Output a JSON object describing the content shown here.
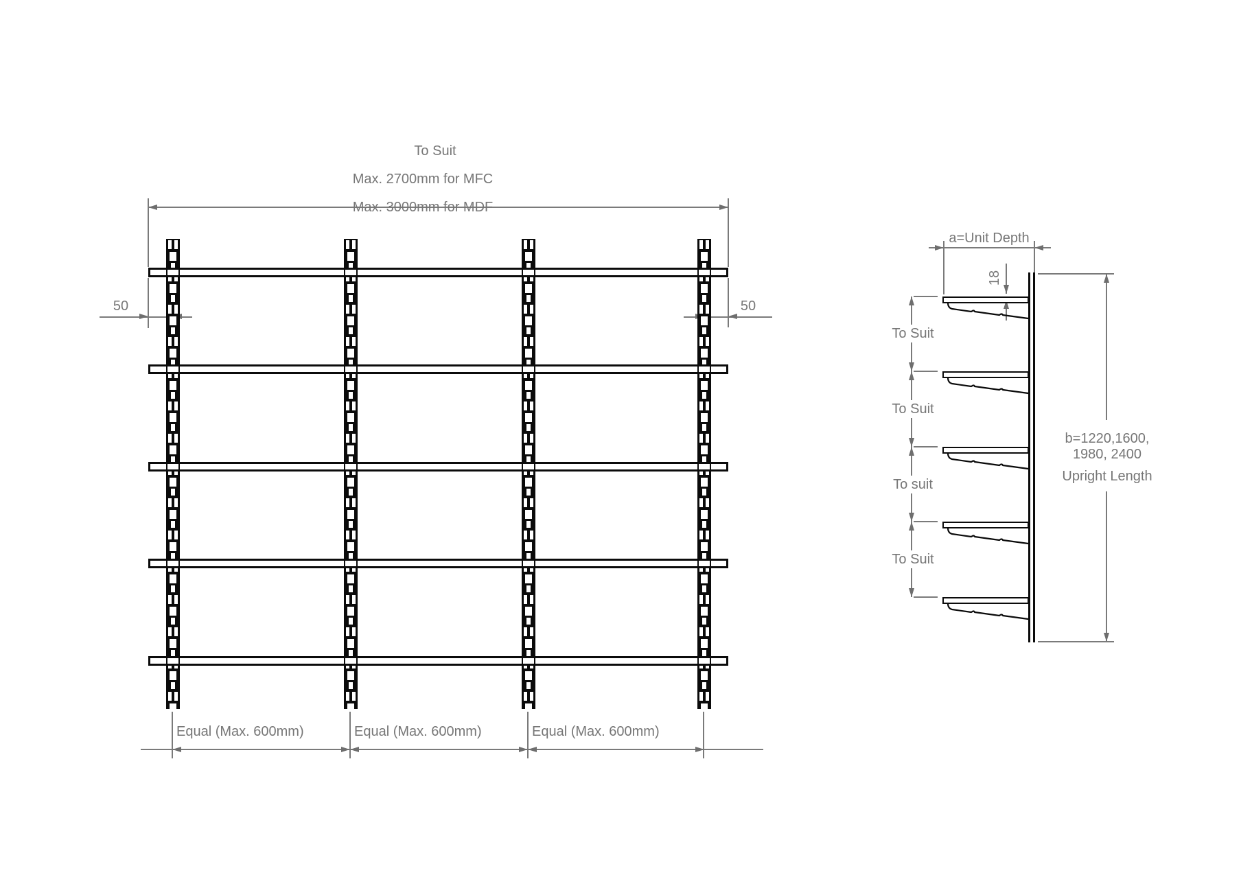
{
  "front_view": {
    "width_dim": {
      "line1": "To Suit",
      "line2": "Max. 2700mm for MFC",
      "line3": "Max. 3000mm for MDF"
    },
    "offset_left": "50",
    "offset_right": "50",
    "spacing_labels": [
      "Equal (Max. 600mm)",
      "Equal (Max. 600mm)",
      "Equal (Max. 600mm)"
    ]
  },
  "side_view": {
    "depth_label": "a=Unit Depth",
    "shelf_thickness_label": "18",
    "gap_labels": [
      "To Suit",
      "To Suit",
      "To suit",
      "To Suit"
    ],
    "upright_length_label": {
      "line1": "b=1220,1600,",
      "line2": "1980, 2400",
      "line3": "Upright Length"
    }
  },
  "colors": {
    "drawing_line": "#0b0b0b",
    "dimension": "#7a7a7a",
    "background": "#ffffff"
  }
}
